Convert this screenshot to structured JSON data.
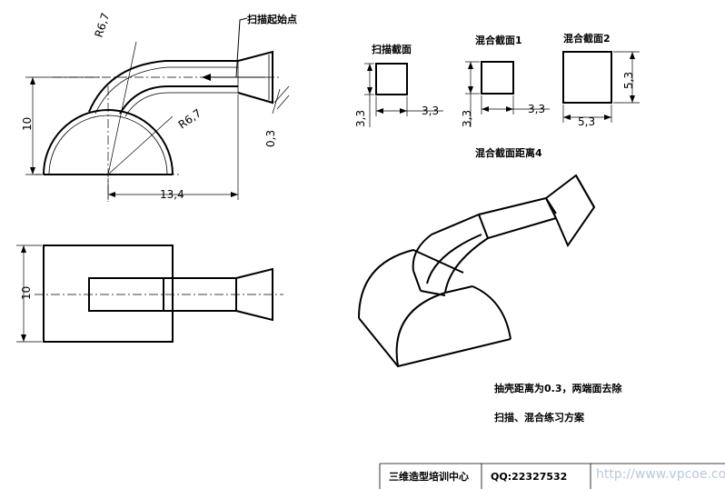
{
  "labels": {
    "sweep_start": "扫描起始点",
    "sweep_section": "扫描截面",
    "blend_section_1": "混合截面1",
    "blend_section_2": "混合截面2",
    "blend_distance": "混合截面距离4",
    "shell_note": "抽壳距离为0.3，两端面去除",
    "practice_note": "扫描、混合练习方案"
  },
  "dimensions": {
    "r_outer": "R6,7",
    "r_inner": "R6,7",
    "height": "10",
    "width": "13,4",
    "thickness": "0,3",
    "top_height": "10",
    "sweep_w": "3,3",
    "sweep_h": "3,3",
    "blend1_w": "3,3",
    "blend1_h": "3,3",
    "blend2_w": "5,3",
    "blend2_h": "5,3"
  },
  "footer": {
    "center": "三维造型培训中心",
    "qq": "QQ:22327532",
    "watermark": "http://www.vpcoe.com"
  }
}
